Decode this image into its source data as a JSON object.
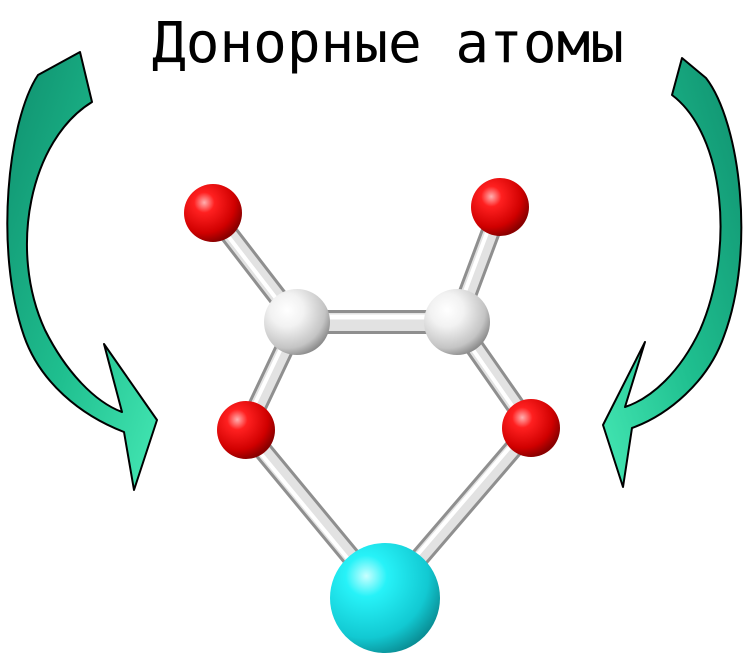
{
  "diagram": {
    "title": "Донорные атомы",
    "colors": {
      "oxygen": "#e00000",
      "carbon": "#d8d8d8",
      "metal": "#19e6ef",
      "bond": "#d9d9d9",
      "arrow": "#1aa17e",
      "arrow_light": "#38e0a8",
      "arrow_outline": "#000000"
    },
    "atoms": [
      {
        "id": "O1",
        "element": "O",
        "role": "terminal"
      },
      {
        "id": "O2",
        "element": "O",
        "role": "terminal"
      },
      {
        "id": "C1",
        "element": "C",
        "role": "backbone"
      },
      {
        "id": "C2",
        "element": "C",
        "role": "backbone"
      },
      {
        "id": "O3",
        "element": "O",
        "role": "donor"
      },
      {
        "id": "O4",
        "element": "O",
        "role": "donor"
      },
      {
        "id": "M",
        "element": "M",
        "role": "metal"
      }
    ],
    "bonds": [
      [
        "O1",
        "C1"
      ],
      [
        "O2",
        "C2"
      ],
      [
        "C1",
        "C2"
      ],
      [
        "C1",
        "O3"
      ],
      [
        "C2",
        "O4"
      ],
      [
        "O3",
        "M"
      ],
      [
        "O4",
        "M"
      ]
    ],
    "arrows": [
      {
        "from": "title",
        "to": "O3",
        "side": "left"
      },
      {
        "from": "title",
        "to": "O4",
        "side": "right"
      }
    ]
  }
}
